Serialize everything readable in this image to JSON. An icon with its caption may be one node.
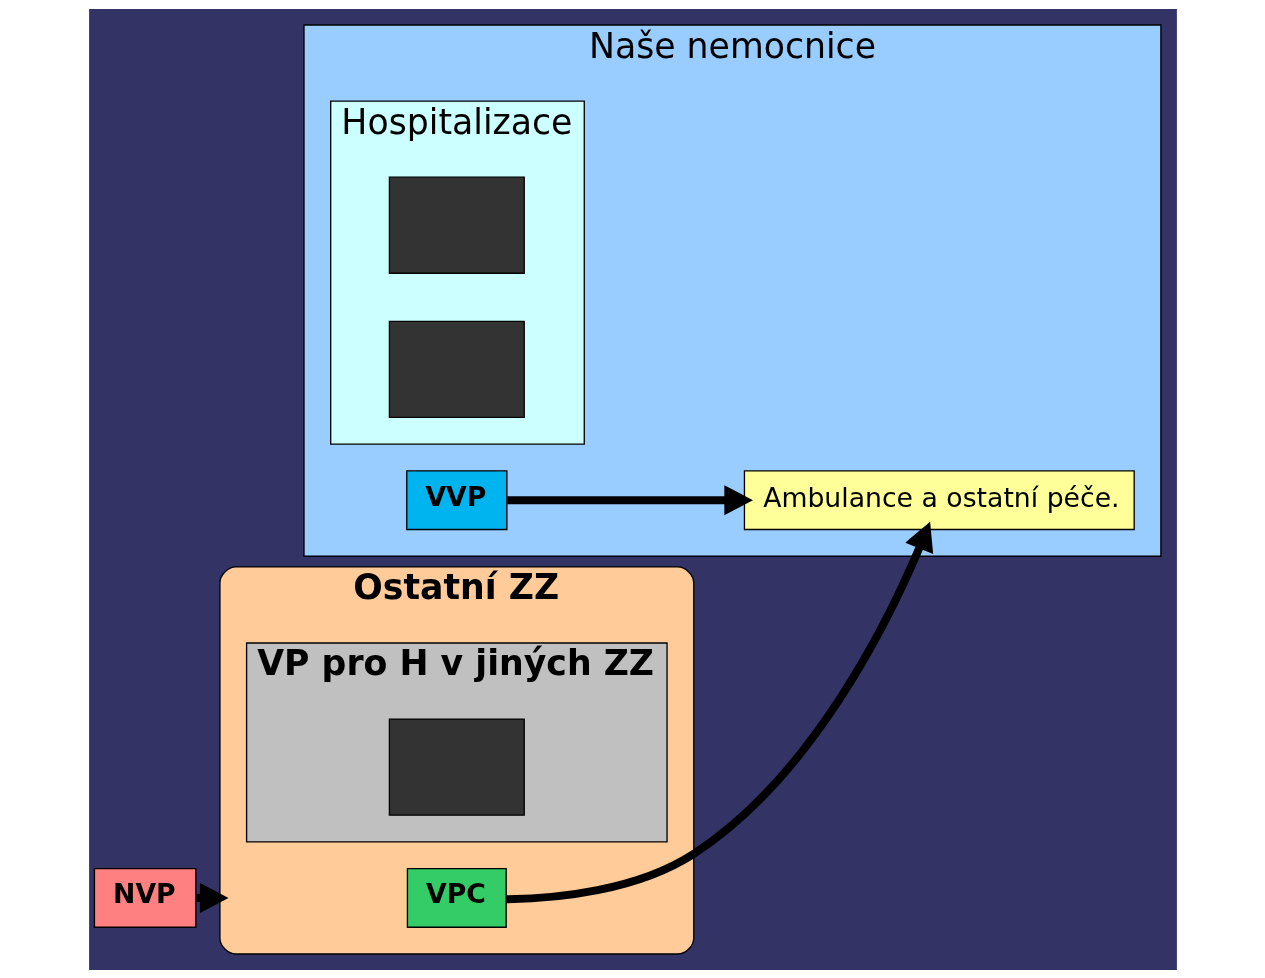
{
  "diagram": {
    "nodes": [
      {
        "text": [
          "Naše nemocnice"
        ]
      },
      {
        "text": [
          "Hospitalizace"
        ],
        "in": 0
      },
      {
        "text": [],
        "shape": "box",
        "in": 1
      },
      {
        "text": [],
        "shape": "box",
        "in": 1
      },
      {
        "text": [
          "VVP"
        ],
        "in": 0
      },
      {
        "text": [
          "NVP"
        ]
      },
      {
        "text": [
          "Ambulance a ostatní péče."
        ],
        "in": 0
      },
      {
        "text": [
          "Ostatní ZZ"
        ]
      },
      {
        "text": [
          "VP pro H v jiných ZZ"
        ],
        "in": 7
      },
      {
        "text": [
          "VPC"
        ],
        "in": 7
      },
      {
        "text": [],
        "shape": "box",
        "in": 8
      }
    ],
    "edges": [
      {
        "from": 5,
        "to": 7,
        "arrow": "to"
      },
      {
        "from": 4,
        "to": 6,
        "arrow": "to"
      },
      {
        "from": 9,
        "to": 6,
        "arrow": "to"
      }
    ]
  }
}
